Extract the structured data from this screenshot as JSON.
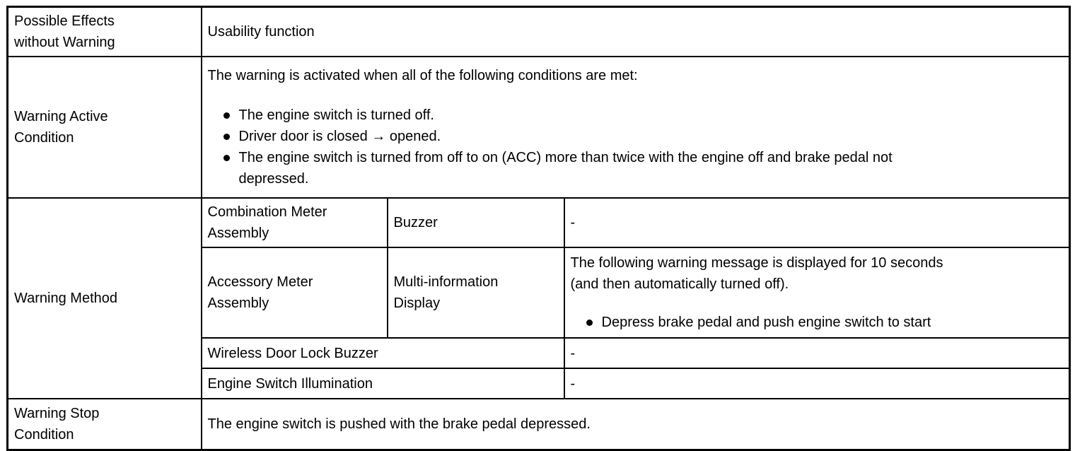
{
  "table": {
    "colors": {
      "border": "#000000",
      "text": "#000000",
      "background": "#ffffff"
    },
    "rows": {
      "possible_effects": {
        "label": "Possible Effects\nwithout Warning",
        "value": "Usability function"
      },
      "warning_active": {
        "label": "Warning Active\nCondition",
        "intro": "The warning is activated when all of the following conditions are met:",
        "bullets": [
          "The engine switch is turned off.",
          "Driver door is closed → opened.",
          "The engine switch is turned from off to on (ACC) more than twice with the engine off and brake pedal not\ndepressed."
        ]
      },
      "warning_method": {
        "label": "Warning Method",
        "entries": [
          {
            "component": "Combination Meter\nAssembly",
            "device": "Buzzer",
            "description": "-"
          },
          {
            "component": "Accessory Meter\nAssembly",
            "device": "Multi-information\nDisplay",
            "description_intro": "The following warning message is displayed for 10 seconds\n(and then automatically turned off).",
            "description_bullets": [
              "Depress brake pedal and push engine switch to start"
            ]
          },
          {
            "component": "Wireless Door Lock Buzzer",
            "description": "-"
          },
          {
            "component": "Engine Switch Illumination",
            "description": "-"
          }
        ]
      },
      "warning_stop": {
        "label": "Warning Stop\nCondition",
        "value": "The engine switch is pushed with the brake pedal depressed."
      }
    }
  }
}
